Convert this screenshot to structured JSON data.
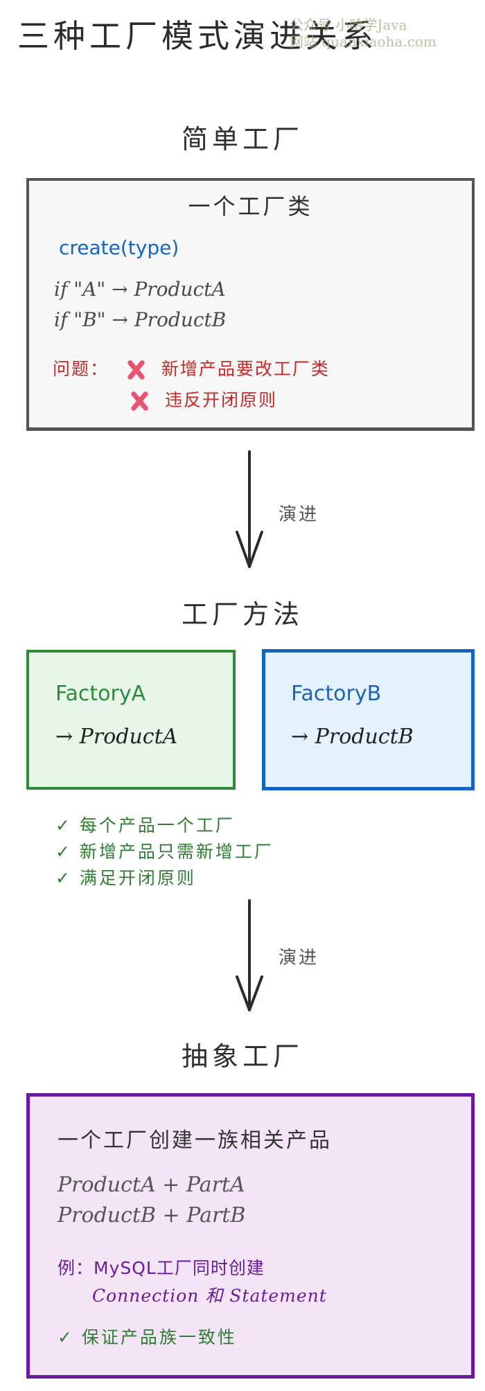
{
  "title": "三种工厂模式演进关系",
  "watermark": {
    "line1": "公众号 小哈学Java",
    "line2": "网站 quanxiaoha.com"
  },
  "colors": {
    "simple_border": "#555555",
    "green": "#2e8b3a",
    "blue": "#1565c0",
    "purple": "#6a1b9a",
    "red": "#c62828",
    "x_icon": "#e8546f"
  },
  "simple_factory": {
    "section_title": "简单工厂",
    "box_heading": "一个工厂类",
    "method": "create(type)",
    "code_lines": [
      "if \"A\" → ProductA",
      "if \"B\" → ProductB"
    ],
    "problem_label": "问题：",
    "problems": [
      {
        "icon": "cross-mark-icon",
        "text": "新增产品要改工厂类"
      },
      {
        "icon": "cross-mark-icon",
        "text": "违反开闭原则"
      }
    ]
  },
  "transitions": [
    {
      "label": "演进",
      "icon": "down-arrow-icon"
    },
    {
      "label": "演进",
      "icon": "down-arrow-icon"
    }
  ],
  "factory_method": {
    "section_title": "工厂方法",
    "factories": [
      {
        "name": "FactoryA",
        "product": "→ ProductA",
        "color": "green"
      },
      {
        "name": "FactoryB",
        "product": "→ ProductB",
        "color": "blue"
      }
    ],
    "benefits": [
      "✓ 每个产品一个工厂",
      "✓ 新增产品只需新增工厂",
      "✓ 满足开闭原则"
    ]
  },
  "abstract_factory": {
    "section_title": "抽象工厂",
    "box_heading": "一个工厂创建一族相关产品",
    "product_lines": [
      "ProductA + PartA",
      "ProductB + PartB"
    ],
    "example_line1": "例：MySQL工厂同时创建",
    "example_line2": "Connection 和 Statement",
    "benefit": "✓ 保证产品族一致性"
  }
}
